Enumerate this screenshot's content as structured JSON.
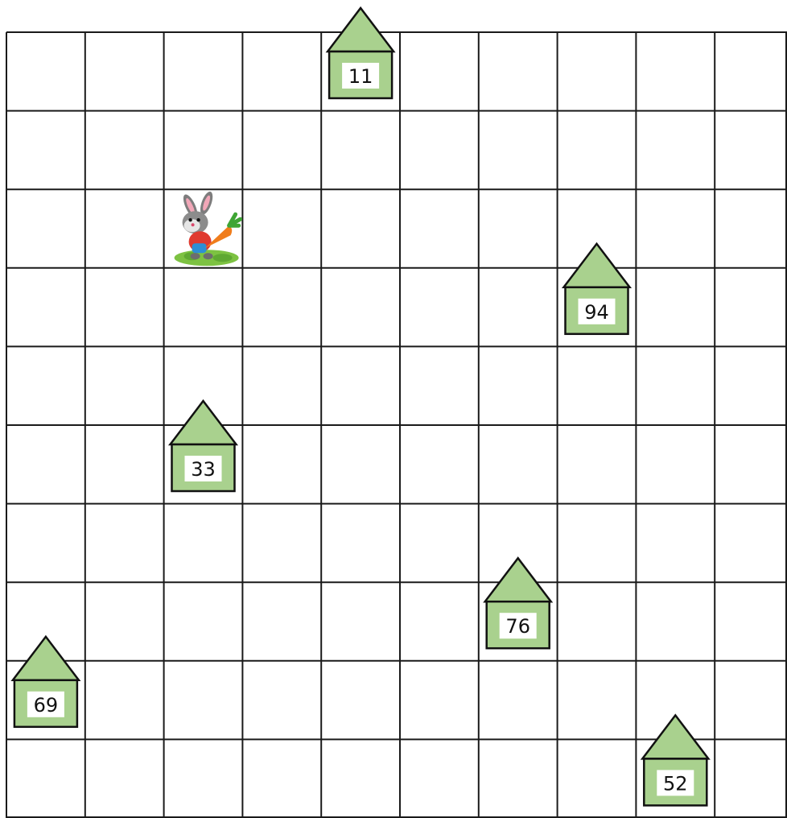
{
  "grid": {
    "columns": 10,
    "rows": 10,
    "line_color": "#1a1a1a"
  },
  "houses": [
    {
      "label": "11",
      "col": 4,
      "row": 0
    },
    {
      "label": "94",
      "col": 7,
      "row": 3
    },
    {
      "label": "33",
      "col": 2,
      "row": 5
    },
    {
      "label": "76",
      "col": 6,
      "row": 7
    },
    {
      "label": "69",
      "col": 0,
      "row": 8
    },
    {
      "label": "52",
      "col": 8,
      "row": 9
    }
  ],
  "bunny": {
    "col": 2,
    "row": 2,
    "icon": "bunny-with-carrot-icon"
  },
  "colors": {
    "house_fill": "#a9d18e",
    "house_stroke": "#111111",
    "label_bg": "#ffffff"
  }
}
